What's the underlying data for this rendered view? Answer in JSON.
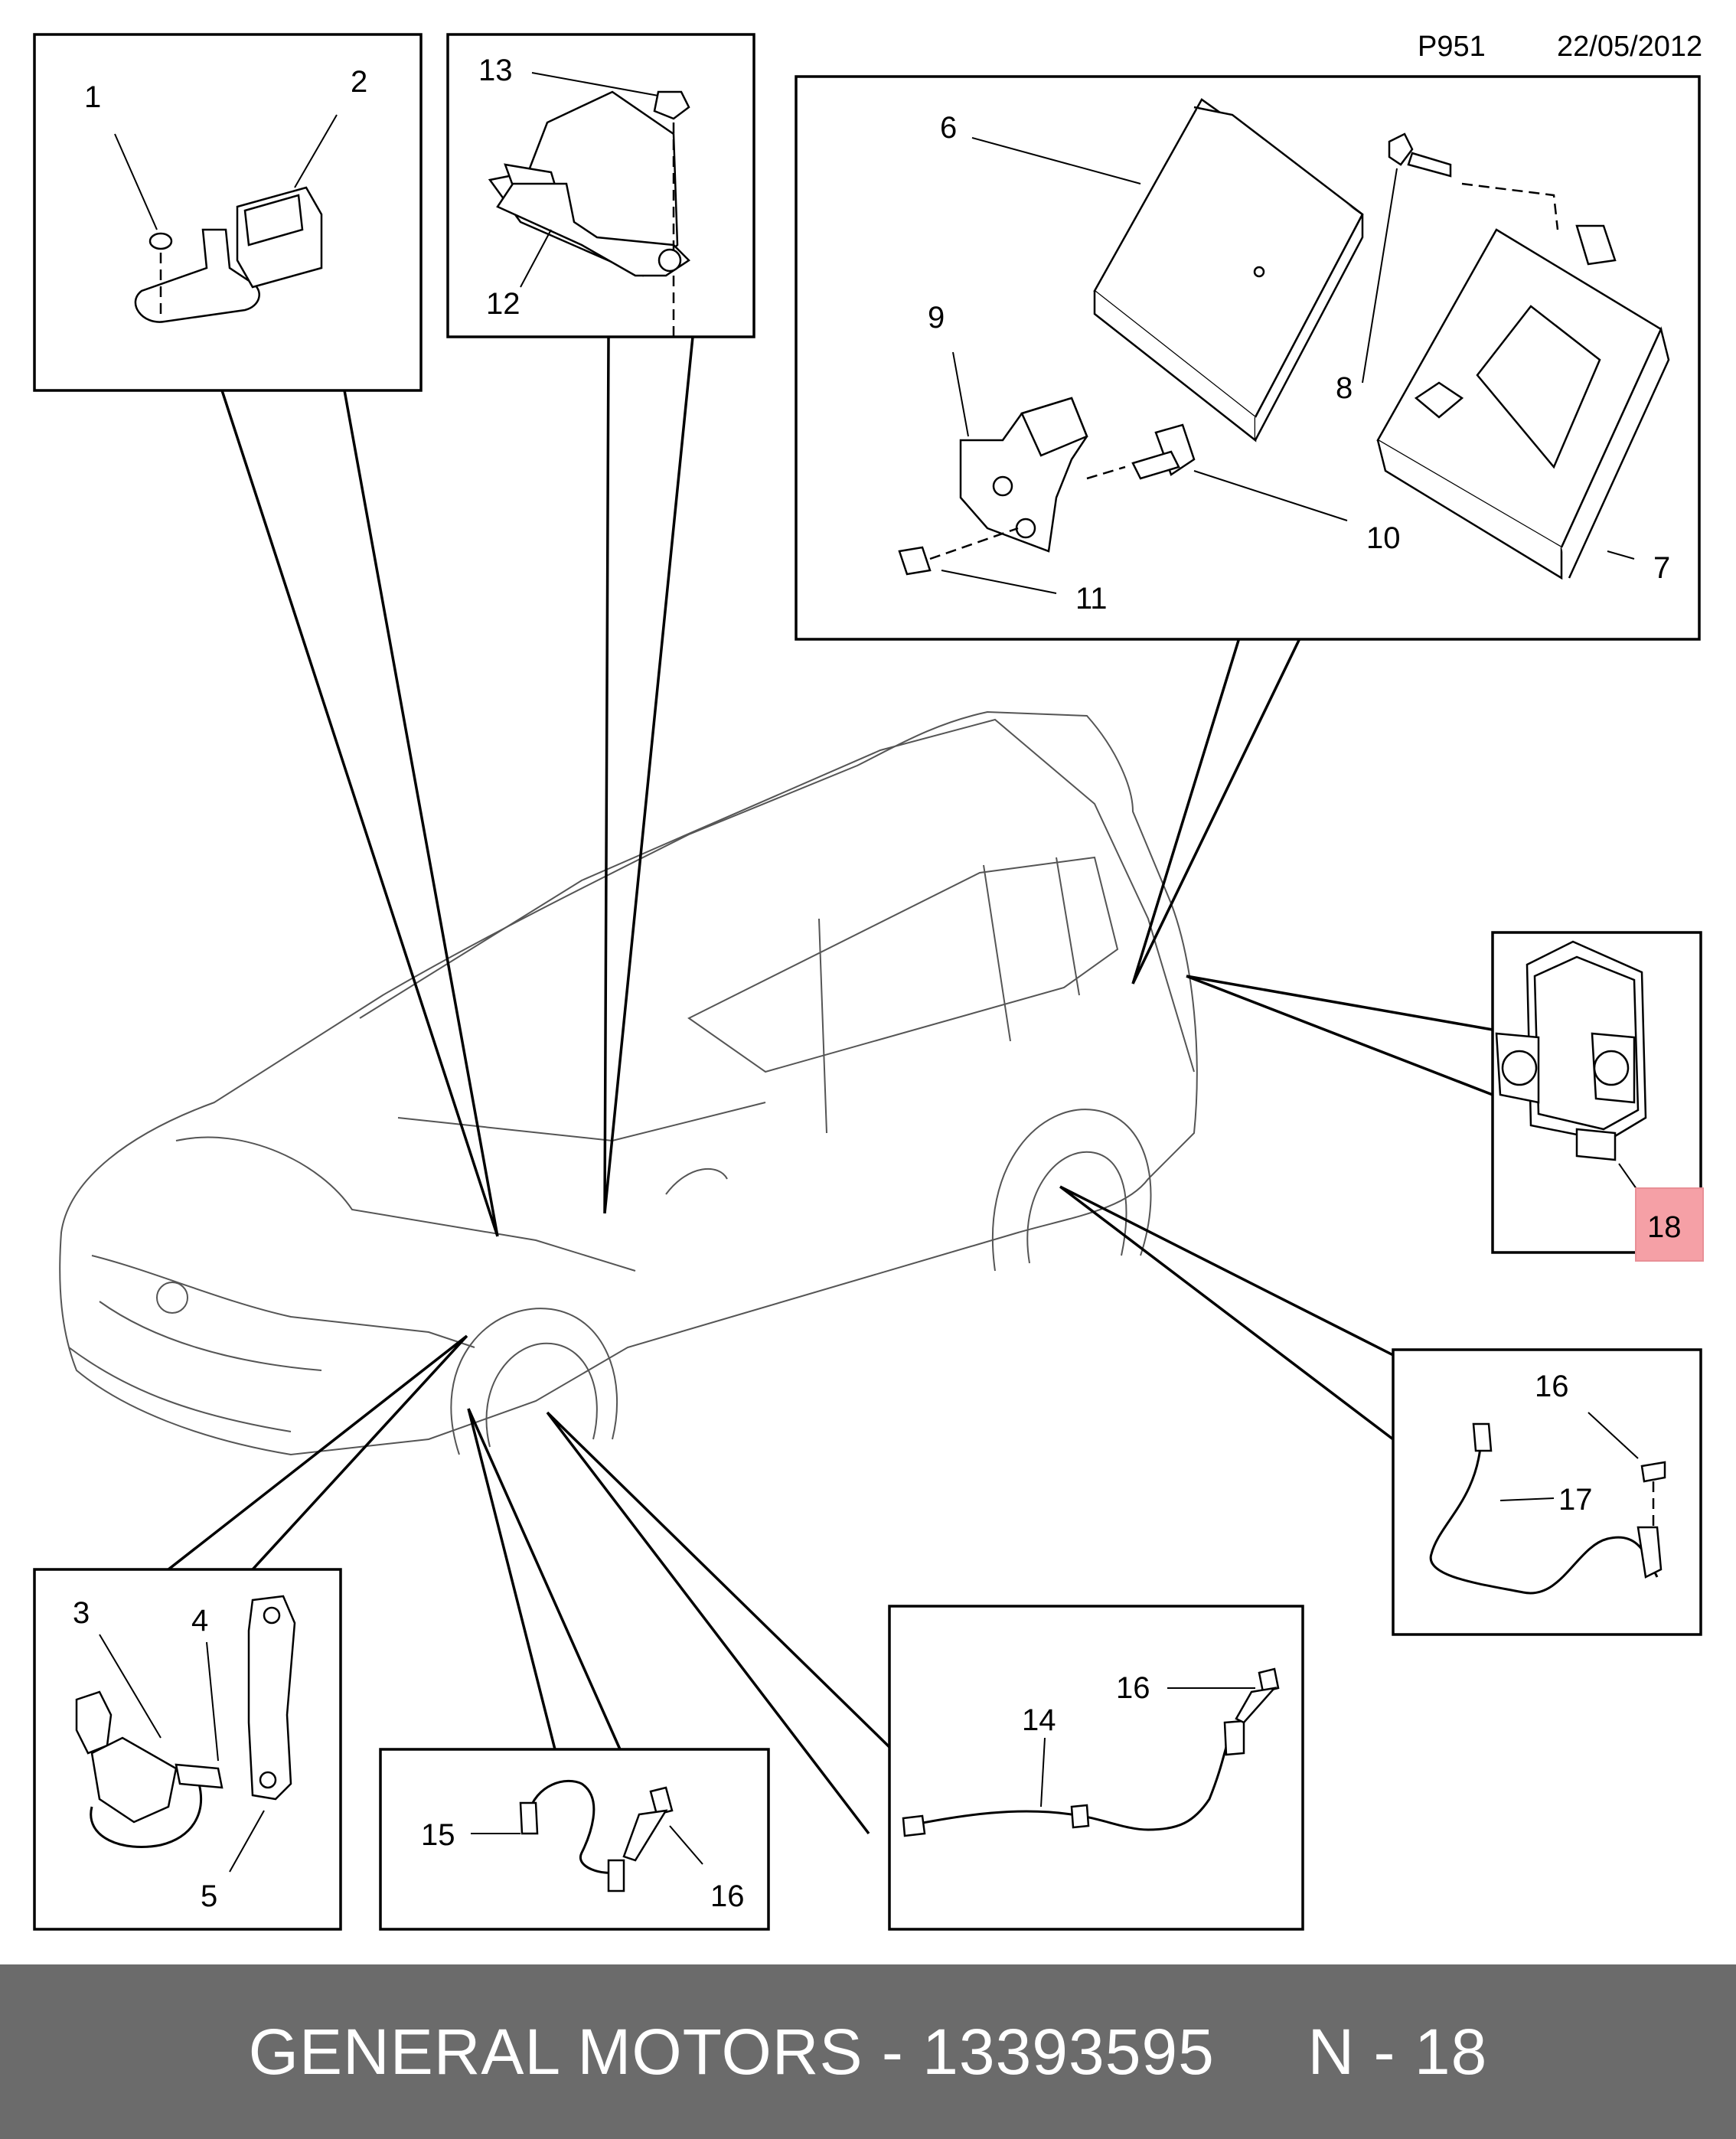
{
  "header": {
    "code": "P951",
    "date": "22/05/2012"
  },
  "callouts": {
    "c1": "1",
    "c2": "2",
    "c3": "3",
    "c4": "4",
    "c5": "5",
    "c6": "6",
    "c7": "7",
    "c8": "8",
    "c9": "9",
    "c10": "10",
    "c11": "11",
    "c12": "12",
    "c13": "13",
    "c14": "14",
    "c15": "15",
    "c16a": "16",
    "c16b": "16",
    "c16c": "16",
    "c17": "17",
    "c18": "18"
  },
  "highlight": {
    "part": "18",
    "color": "#f5a0a6"
  },
  "footer": {
    "text": "GENERAL MOTORS - 13393595     N - 18",
    "background": "#6b6b6b"
  }
}
